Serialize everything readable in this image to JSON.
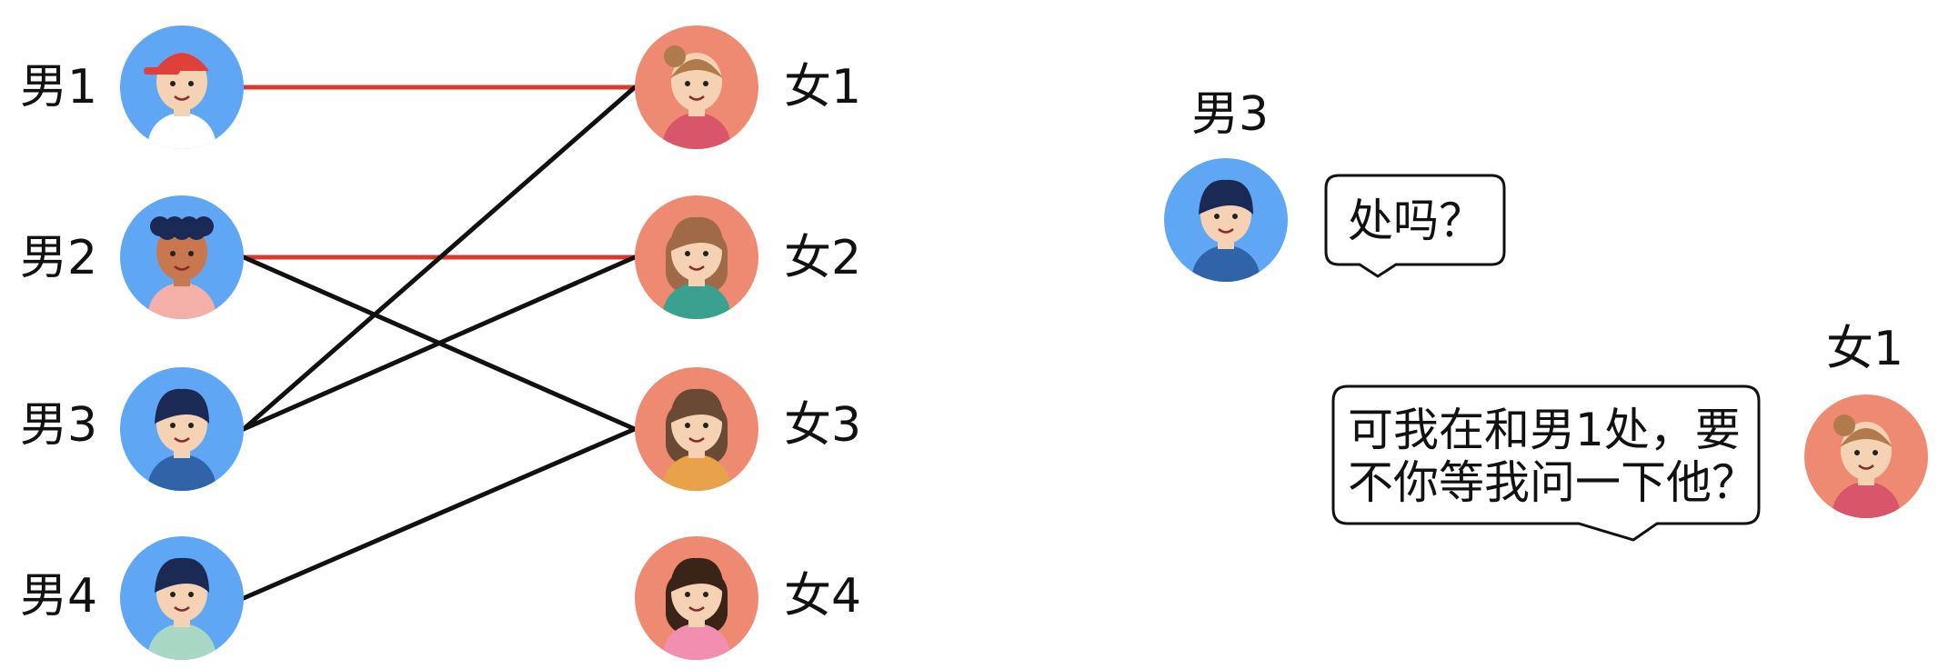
{
  "colors": {
    "male_bg": "#5fa6f5",
    "female_bg": "#ef8a72",
    "matched_line": "#d93a2f",
    "candidate_line": "#111111",
    "bubble_border": "#111111",
    "bubble_fill": "#ffffff"
  },
  "males": [
    {
      "label": "男1",
      "avatar": "boy-red-cap-icon"
    },
    {
      "label": "男2",
      "avatar": "boy-curly-hair-icon"
    },
    {
      "label": "男3",
      "avatar": "boy-blue-shirt-icon"
    },
    {
      "label": "男4",
      "avatar": "boy-green-collar-icon"
    }
  ],
  "females": [
    {
      "label": "女1",
      "avatar": "girl-bun-icon"
    },
    {
      "label": "女2",
      "avatar": "girl-long-hair-icon"
    },
    {
      "label": "女3",
      "avatar": "girl-bangs-icon"
    },
    {
      "label": "女4",
      "avatar": "girl-dark-hair-icon"
    }
  ],
  "edges": [
    {
      "from": "男1",
      "to": "女1",
      "type": "matched"
    },
    {
      "from": "男2",
      "to": "女2",
      "type": "matched"
    },
    {
      "from": "男2",
      "to": "女3",
      "type": "candidate"
    },
    {
      "from": "男3",
      "to": "女1",
      "type": "candidate"
    },
    {
      "from": "男3",
      "to": "女2",
      "type": "candidate"
    },
    {
      "from": "男4",
      "to": "女3",
      "type": "candidate"
    }
  ],
  "dialogue": {
    "speaker1": {
      "label": "男3",
      "text": "处吗？"
    },
    "speaker2": {
      "label": "女1",
      "line1": "可我在和男1处，要",
      "line2": "不你等我问一下他？"
    }
  }
}
